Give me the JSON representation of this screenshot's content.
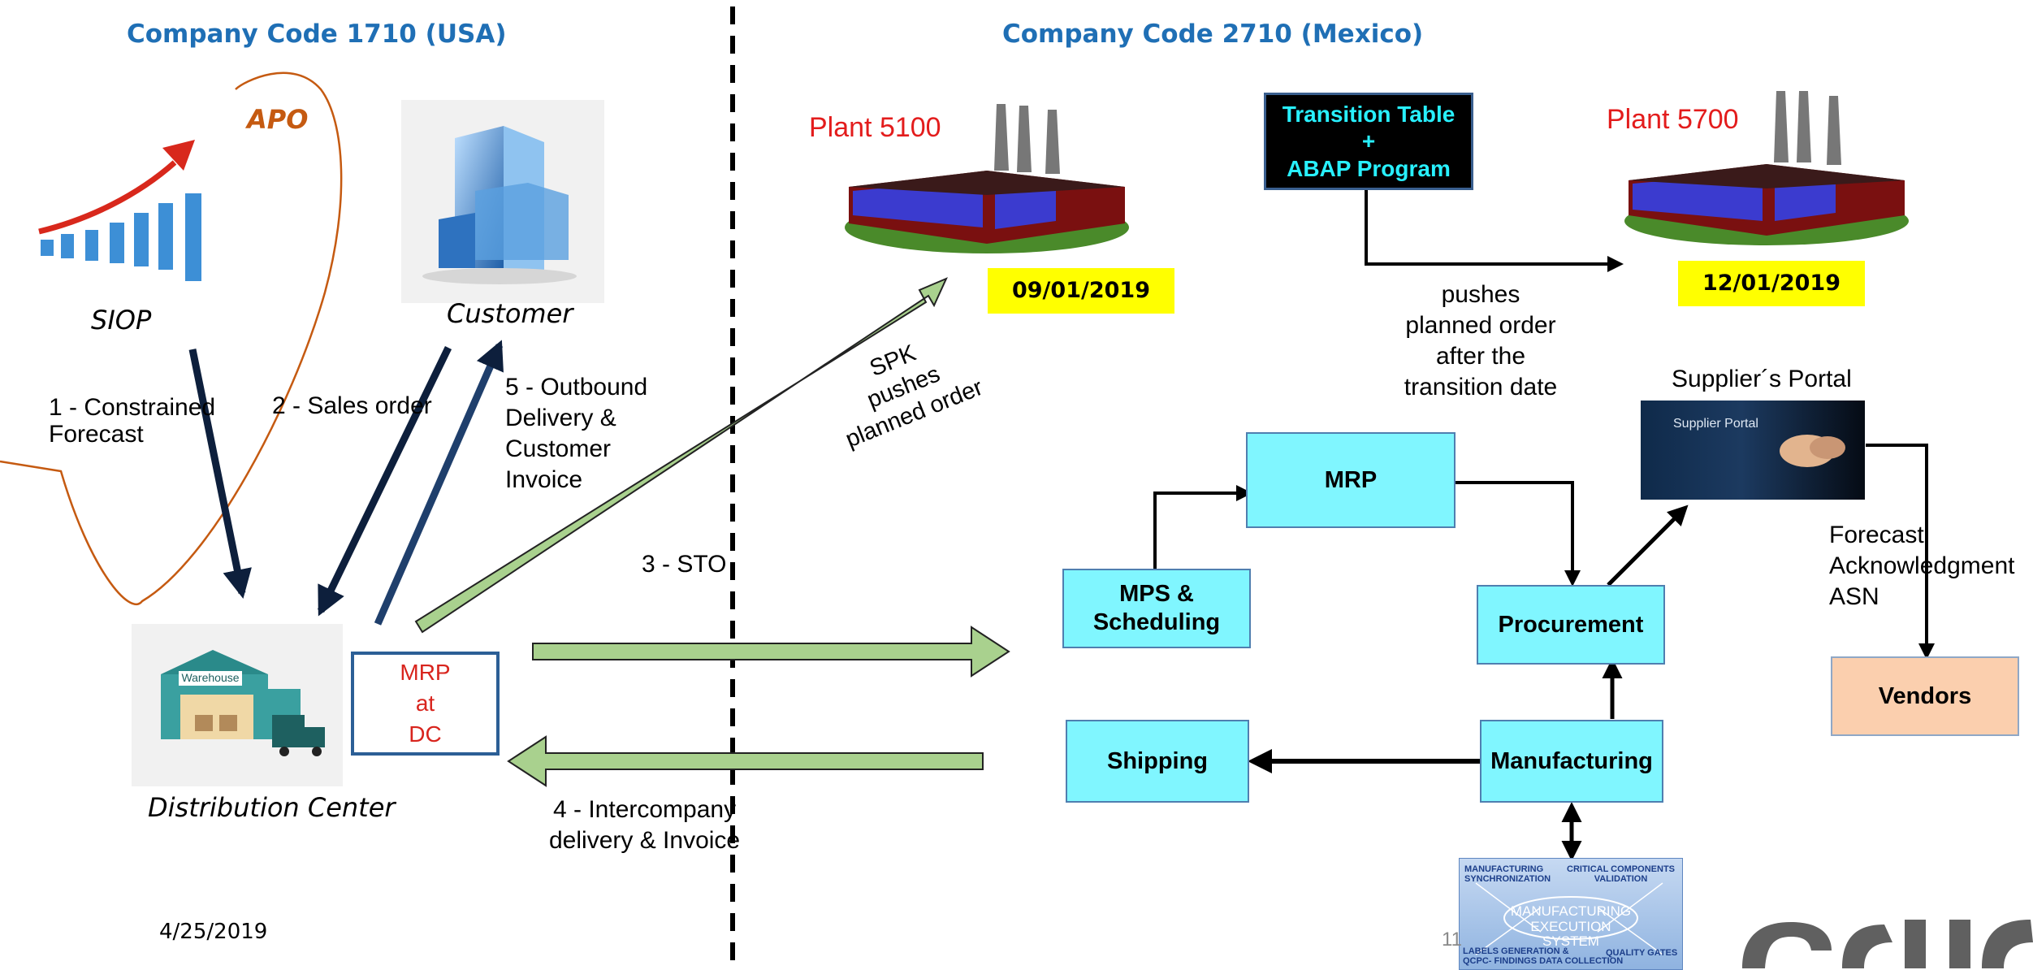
{
  "left_region": {
    "company_title": "Company Code  1710 (USA)",
    "apo_label": "APO",
    "siop_label": "SIOP",
    "customer_label": "Customer",
    "distribution_center_label": "Distribution Center",
    "warehouse_sign": "Warehouse",
    "mrp_dc": [
      "MRP",
      "at",
      "DC"
    ],
    "flow_labels": {
      "constrained_forecast": "1 - Constrained\nForecast",
      "sales_order": "2 - Sales order",
      "sto": "3 - STO",
      "intercompany": "4 - Intercompany\ndelivery & Invoice",
      "outbound": "5 - Outbound\nDelivery  &\nCustomer\nInvoice"
    },
    "date": "4/25/2019"
  },
  "right_region": {
    "company_title": "Company Code  2710 (Mexico)",
    "plant_5100": {
      "label": "Plant 5100",
      "date": "09/01/2019"
    },
    "plant_5700": {
      "label": "Plant 5700",
      "date": "12/01/2019"
    },
    "transition_box": [
      "Transition Table",
      "+",
      "ABAP Program"
    ],
    "pushes_text": "pushes\nplanned order\nafter the\ntransition date",
    "spk_text": "SPK\npushes\nplanned order",
    "suppliers_portal_label": "Supplier´s Portal",
    "portal_image_text": "Supplier Portal",
    "forecast_text": "Forecast\nAcknowledgment\nASN",
    "boxes": {
      "mrp": "MRP",
      "mps": "MPS &\nScheduling",
      "procurement": "Procurement",
      "vendors": "Vendors",
      "shipping": "Shipping",
      "manufacturing": "Manufacturing"
    },
    "mes": {
      "center": "MANUFACTURING\nEXECUTION SYSTEM",
      "top_left": "MANUFACTURING\nSYNCHRONIZATION",
      "top_right": "CRITICAL COMPONENTS\nVALIDATION",
      "bottom_left": "LABELS GENERATION &\nQCPC- FINDINGS DATA COLLECTION",
      "bottom_right": "QUALITY GATES"
    },
    "page_number": "11"
  },
  "colors": {
    "title_blue": "#1f6fb5",
    "plant_red": "#e31c1c",
    "date_yellow": "#ffff00",
    "box_cyan": "#80f6ff",
    "vendor_peach": "#fbcfae",
    "arrow_green": "#a9d18e",
    "apo_orange": "#c55a11"
  }
}
